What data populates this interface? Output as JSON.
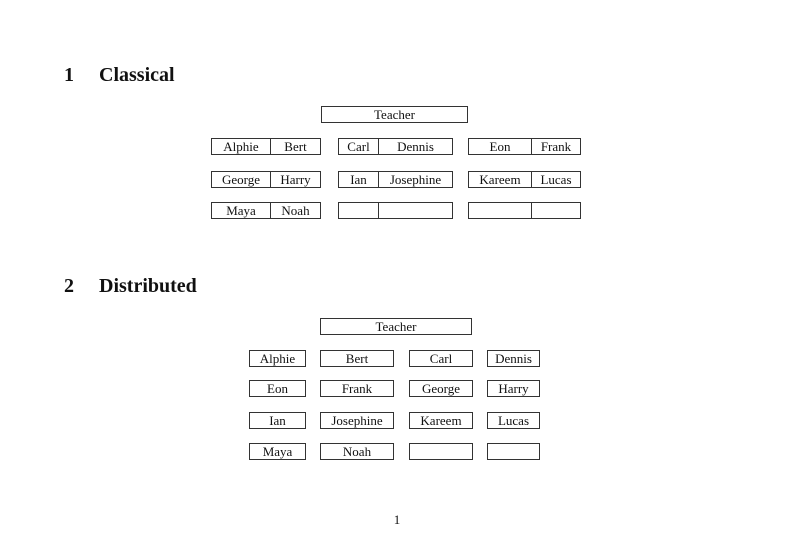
{
  "page": {
    "number": "1",
    "background_color": "#ffffff",
    "border_color": "#333333",
    "text_color": "#111111"
  },
  "sections": [
    {
      "number": "1",
      "title": "Classical"
    },
    {
      "number": "2",
      "title": "Distributed"
    }
  ],
  "classical": {
    "teacher_label": "Teacher",
    "rows": [
      [
        {
          "left": "Alphie",
          "right": "Bert"
        },
        {
          "left": "Carl",
          "right": "Dennis"
        },
        {
          "left": "Eon",
          "right": "Frank"
        }
      ],
      [
        {
          "left": "George",
          "right": "Harry"
        },
        {
          "left": "Ian",
          "right": "Josephine"
        },
        {
          "left": "Kareem",
          "right": "Lucas"
        }
      ],
      [
        {
          "left": "Maya",
          "right": "Noah"
        },
        {
          "left": "",
          "right": ""
        },
        {
          "left": "",
          "right": ""
        }
      ]
    ]
  },
  "distributed": {
    "teacher_label": "Teacher",
    "rows": [
      [
        "Alphie",
        "Bert",
        "Carl",
        "Dennis"
      ],
      [
        "Eon",
        "Frank",
        "George",
        "Harry"
      ],
      [
        "Ian",
        "Josephine",
        "Kareem",
        "Lucas"
      ],
      [
        "Maya",
        "Noah",
        "",
        ""
      ]
    ]
  }
}
